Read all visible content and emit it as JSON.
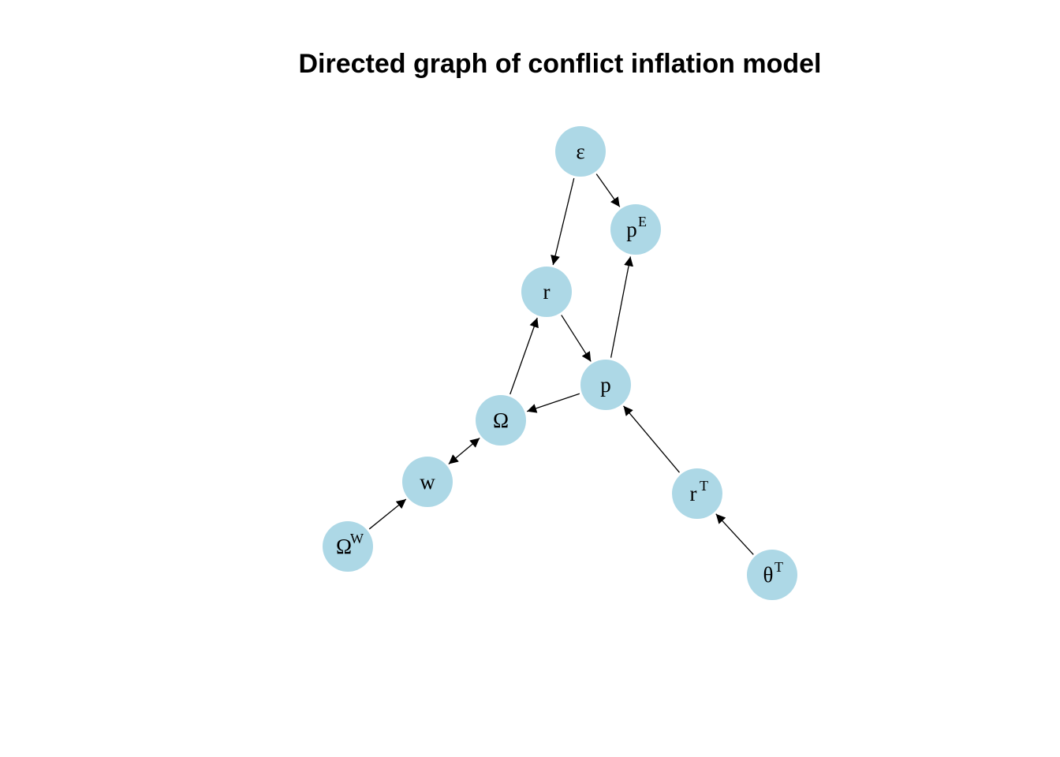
{
  "diagram": {
    "title": "Directed graph of conflict inflation model",
    "node_color": "#add8e6",
    "edge_color": "#000000",
    "nodes": [
      {
        "id": "eps",
        "base": "ε",
        "sup": ""
      },
      {
        "id": "pE",
        "base": "p",
        "sup": "E"
      },
      {
        "id": "r",
        "base": "r",
        "sup": ""
      },
      {
        "id": "p",
        "base": "p",
        "sup": ""
      },
      {
        "id": "Omega",
        "base": "Ω",
        "sup": ""
      },
      {
        "id": "w",
        "base": "w",
        "sup": ""
      },
      {
        "id": "OmegaW",
        "base": "Ω",
        "sup": "W"
      },
      {
        "id": "rT",
        "base": "r",
        "sup": "T"
      },
      {
        "id": "thetaT",
        "base": "θ",
        "sup": "T"
      }
    ],
    "edges": [
      {
        "from": "eps",
        "to": "r",
        "bidirectional": false
      },
      {
        "from": "eps",
        "to": "pE",
        "bidirectional": false
      },
      {
        "from": "r",
        "to": "p",
        "bidirectional": false
      },
      {
        "from": "p",
        "to": "pE",
        "bidirectional": false
      },
      {
        "from": "p",
        "to": "Omega",
        "bidirectional": false
      },
      {
        "from": "Omega",
        "to": "r",
        "bidirectional": false
      },
      {
        "from": "Omega",
        "to": "w",
        "bidirectional": true
      },
      {
        "from": "OmegaW",
        "to": "w",
        "bidirectional": false
      },
      {
        "from": "rT",
        "to": "p",
        "bidirectional": false
      },
      {
        "from": "thetaT",
        "to": "rT",
        "bidirectional": false
      }
    ]
  }
}
